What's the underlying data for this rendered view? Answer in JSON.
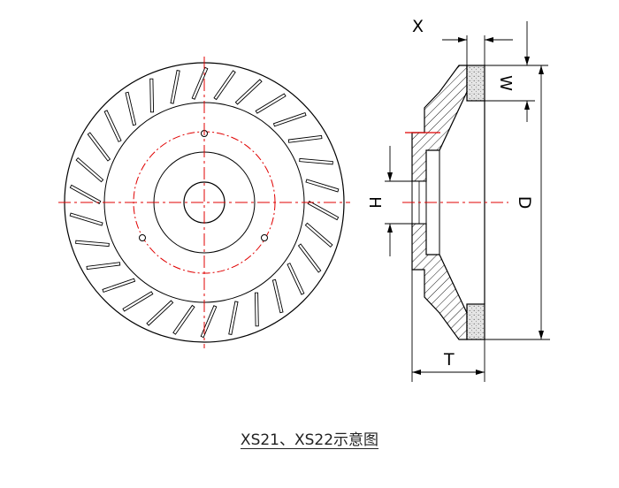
{
  "figure": {
    "labels": {
      "x": "X",
      "w": "W",
      "d": "D",
      "h": "H",
      "t": "T"
    },
    "caption": "XS21、XS22示意图"
  },
  "colors": {
    "line": "#000000",
    "centerline": "#e00000",
    "grit": "#cfcfcf",
    "background": "#ffffff"
  }
}
